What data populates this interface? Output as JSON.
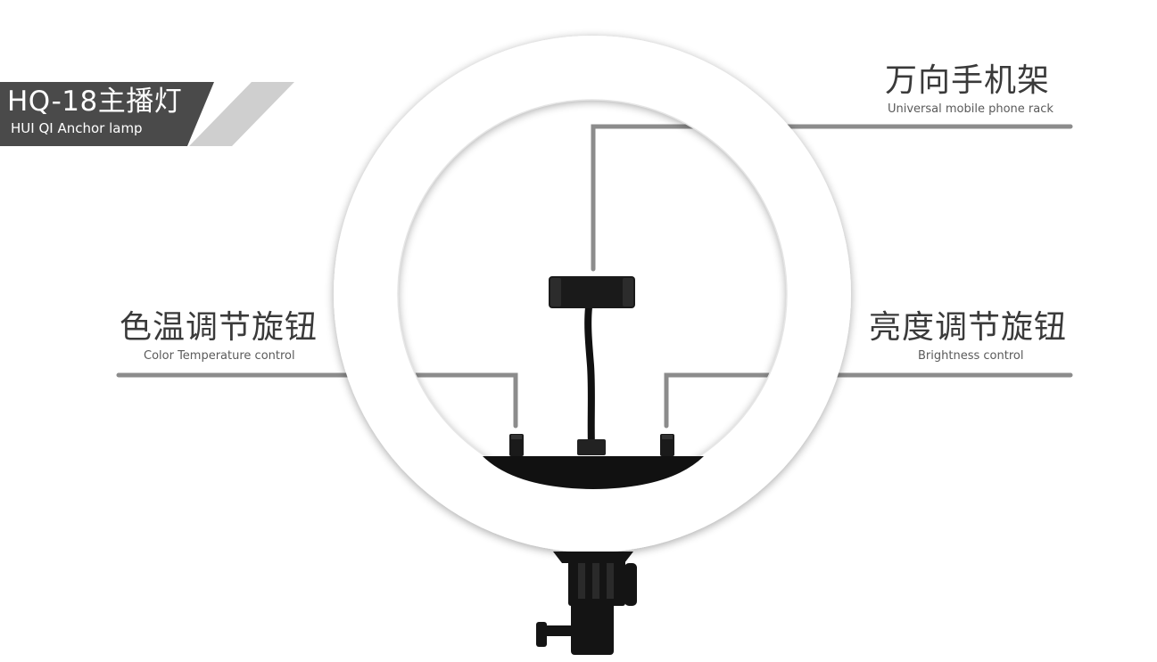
{
  "banner": {
    "title": "HQ-18主播灯",
    "subtitle": "HUI QI Anchor lamp",
    "colors": {
      "dark": "#4a4a4a",
      "light": "#cfcfcf"
    }
  },
  "callouts": {
    "phone_rack": {
      "cn": "万向手机架",
      "en": "Universal mobile phone rack"
    },
    "color_temp": {
      "cn": "色温调节旋钮",
      "en": "Color Temperature control"
    },
    "brightness": {
      "cn": "亮度调节旋钮",
      "en": "Brightness control"
    }
  },
  "product": {
    "ring_color": "#ffffff",
    "base_color": "#111111",
    "line_color": "#8c8c8c"
  }
}
